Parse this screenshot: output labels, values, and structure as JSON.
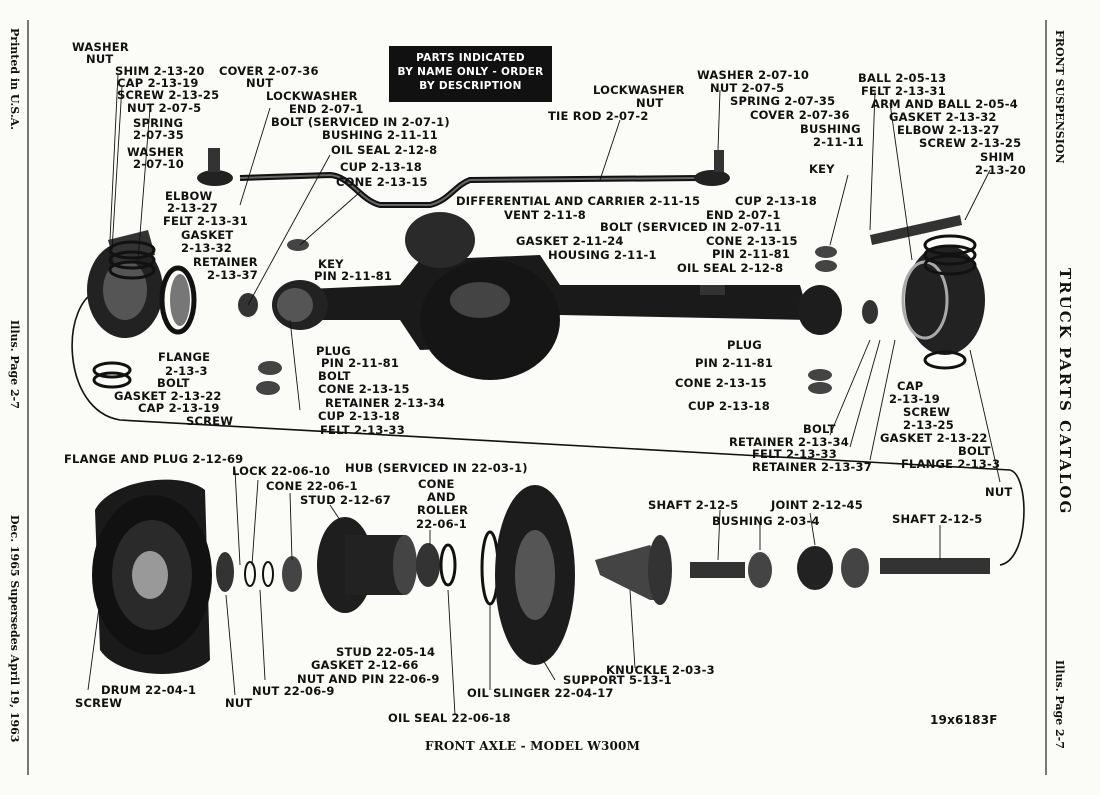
{
  "notice": {
    "line1": "PARTS INDICATED",
    "line2": "BY NAME ONLY - ORDER",
    "line3": "BY DESCRIPTION"
  },
  "side_left": {
    "printed": "Printed in U.S.A.",
    "illus": "Illus. Page 2-7",
    "date": "Dec. 1965 Supersedes April 19, 1963"
  },
  "side_right": {
    "section": "FRONT SUSPENSION",
    "catalog": "TRUCK PARTS CATALOG",
    "illus": "Illus. Page 2-7"
  },
  "caption": "FRONT AXLE - MODEL W300M",
  "figure_code": "19x6183F",
  "labels": [
    "WASHER",
    "NUT",
    "SHIM 2-13-20",
    "CAP 2-13-19",
    "SCREW 2-13-25",
    "NUT 2-07-5",
    "SPRING",
    "2-07-35",
    "WASHER",
    "2-07-10",
    "COVER 2-07-36",
    "NUT",
    "LOCKWASHER",
    "END 2-07-1",
    "BOLT (SERVICED IN 2-07-1)",
    "BUSHING 2-11-11",
    "OIL SEAL 2-12-8",
    "CUP 2-13-18",
    "CONE 2-13-15",
    "ELBOW",
    "2-13-27",
    "FELT 2-13-31",
    "GASKET",
    "2-13-32",
    "RETAINER",
    "2-13-37",
    "KEY",
    "PIN 2-11-81",
    "DIFFERENTIAL AND CARRIER 2-11-15",
    "VENT 2-11-8",
    "GASKET 2-11-24",
    "HOUSING 2-11-1",
    "LOCKWASHER",
    "NUT",
    "TIE ROD 2-07-2",
    "WASHER 2-07-10",
    "NUT 2-07-5",
    "SPRING 2-07-35",
    "COVER 2-07-36",
    "BUSHING",
    "2-11-11",
    "KEY",
    "CUP 2-13-18",
    "END 2-07-1",
    "BOLT (SERVICED IN 2-07-11",
    "CONE 2-13-15",
    "PIN 2-11-81",
    "OIL SEAL 2-12-8",
    "BALL 2-05-13",
    "FELT 2-13-31",
    "ARM AND BALL 2-05-4",
    "GASKET 2-13-32",
    "ELBOW 2-13-27",
    "SCREW 2-13-25",
    "SHIM",
    "2-13-20",
    "FLANGE",
    "2-13-3",
    "BOLT",
    "GASKET 2-13-22",
    "CAP 2-13-19",
    "SCREW",
    "PLUG",
    "PIN 2-11-81",
    "BOLT",
    "CONE 2-13-15",
    "RETAINER 2-13-34",
    "CUP 2-13-18",
    "FELT 2-13-33",
    "PLUG",
    "PIN 2-11-81",
    "CONE 2-13-15",
    "CUP 2-13-18",
    "BOLT",
    "RETAINER 2-13-34",
    "FELT 2-13-33",
    "RETAINER 2-13-37",
    "CAP",
    "2-13-19",
    "SCREW",
    "2-13-25",
    "GASKET 2-13-22",
    "BOLT",
    "FLANGE 2-13-3",
    "NUT",
    "FLANGE AND PLUG 2-12-69",
    "LOCK 22-06-10",
    "CONE 22-06-1",
    "STUD 2-12-67",
    "HUB (SERVICED IN 22-03-1)",
    "CONE",
    "AND",
    "ROLLER",
    "22-06-1",
    "SHAFT 2-12-5",
    "JOINT 2-12-45",
    "BUSHING 2-03-4",
    "SHAFT 2-12-5",
    "STUD 22-05-14",
    "GASKET 2-12-66",
    "NUT AND PIN 22-06-9",
    "NUT 22-06-9",
    "NUT",
    "DRUM 22-04-1",
    "SCREW",
    "OIL SEAL 22-06-18",
    "OIL SLINGER 22-04-17",
    "SUPPORT 5-13-1",
    "KNUCKLE 2-03-3"
  ]
}
